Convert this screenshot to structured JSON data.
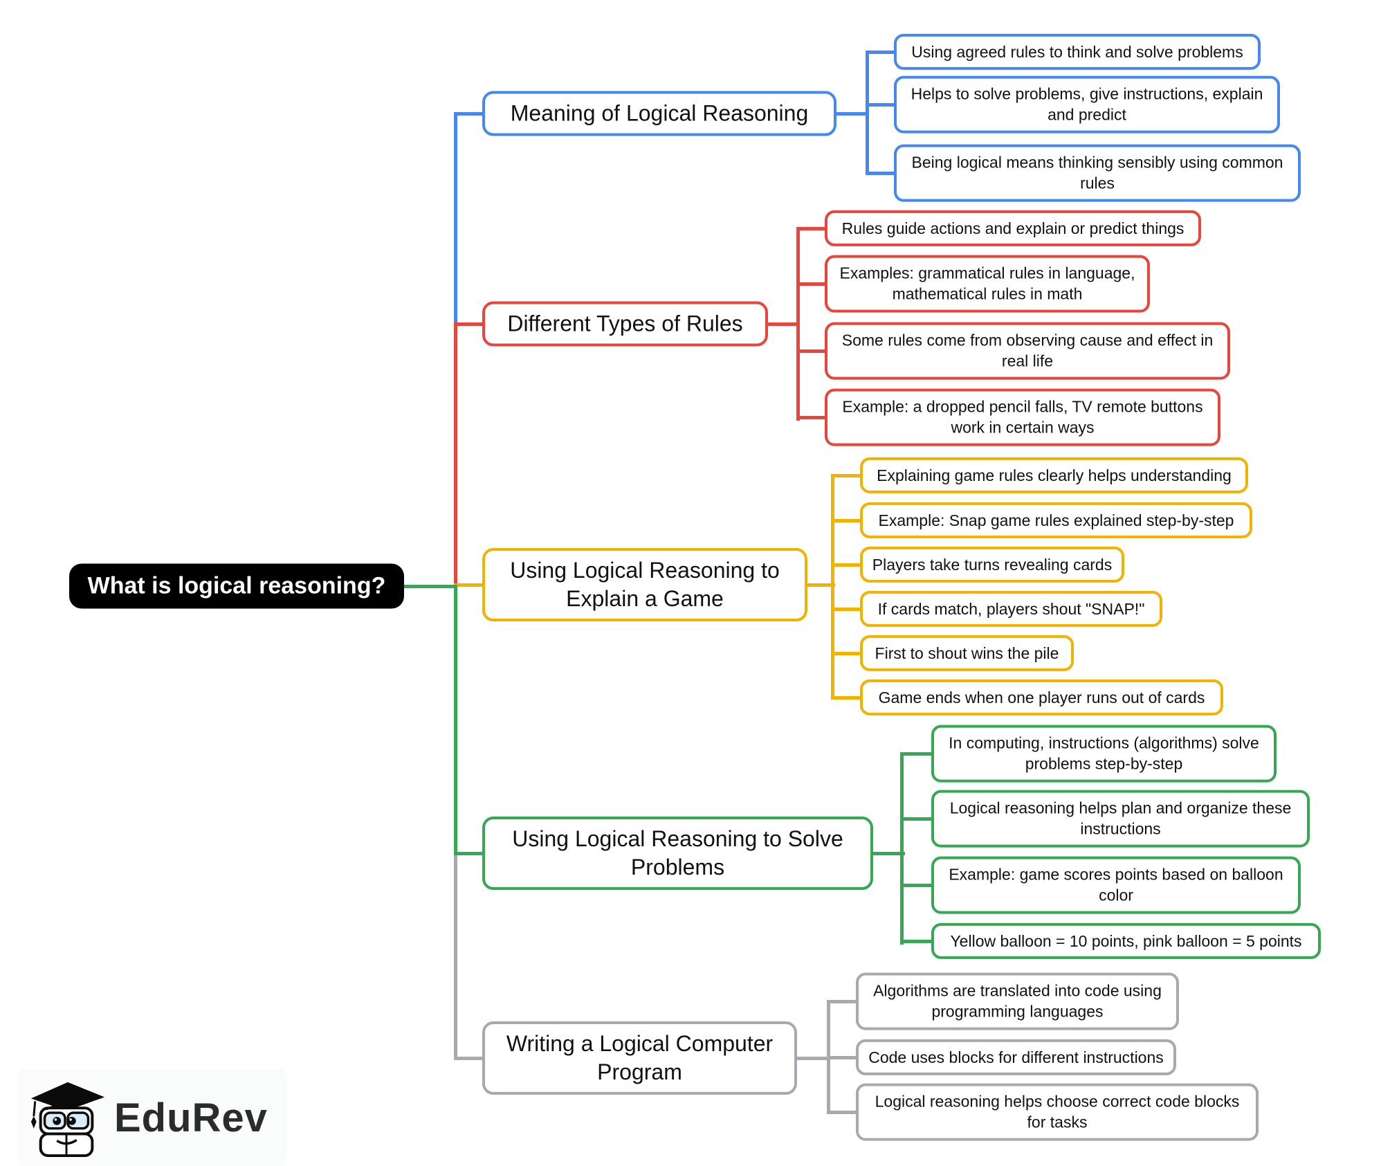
{
  "root": {
    "label": "What is logical reasoning?"
  },
  "branches": [
    {
      "label": "Meaning of Logical Reasoning",
      "color": "#4688F1",
      "children": [
        "Using agreed rules to think and solve problems",
        "Helps to solve problems, give instructions, explain and predict",
        "Being logical means thinking sensibly using common rules"
      ]
    },
    {
      "label": "Different Types of Rules",
      "color": "#E8453C",
      "children": [
        "Rules guide actions and explain or predict things",
        "Examples: grammatical rules in language, mathematical rules in math",
        "Some rules come from observing cause and effect in real life",
        "Example: a dropped pencil falls, TV remote buttons work in certain ways"
      ]
    },
    {
      "label": "Using Logical Reasoning to Explain a Game",
      "color": "#F2B200",
      "children": [
        "Explaining game rules clearly helps understanding",
        "Example: Snap game rules explained step-by-step",
        "Players take turns revealing cards",
        "If cards match, players shout \"SNAP!\"",
        "First to shout wins the pile",
        "Game ends when one player runs out of cards"
      ]
    },
    {
      "label": "Using Logical Reasoning to Solve Problems",
      "color": "#34A853",
      "children": [
        "In computing, instructions (algorithms) solve problems step-by-step",
        "Logical reasoning helps plan and organize these instructions",
        "Example: game scores points based on balloon color",
        "Yellow balloon = 10 points, pink balloon = 5 points"
      ]
    },
    {
      "label": "Writing a Logical Computer Program",
      "color": "#A6AAAE",
      "children": [
        "Algorithms are translated into code using programming languages",
        "Code uses blocks for different instructions",
        "Logical reasoning helps choose correct code blocks for tasks"
      ]
    }
  ],
  "logo": {
    "text": "EduRev"
  }
}
